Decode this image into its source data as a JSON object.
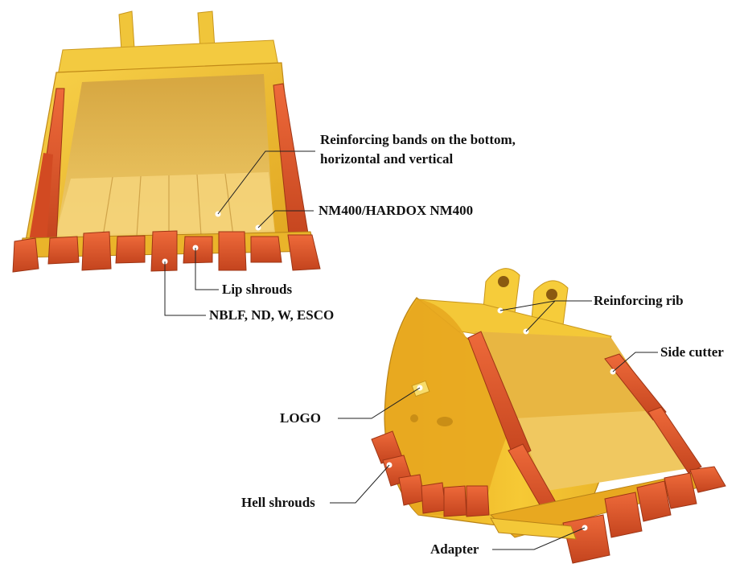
{
  "labels": {
    "reinforcing_bands_line1": "Reinforcing bands on the bottom,",
    "reinforcing_bands_line2": "horizontal and vertical",
    "wear_plate": "NM400/HARDOX NM400",
    "lip_shrouds": "Lip shrouds",
    "teeth_systems": "NBLF, ND, W, ESCO",
    "reinforcing_rib": "Reinforcing rib",
    "side_cutter": "Side cutter",
    "logo": "LOGO",
    "hell_shrouds": "Hell shrouds",
    "adapter": "Adapter"
  },
  "colors": {
    "bucket_yellow": "#f2c230",
    "bucket_shade": "#d89b1c",
    "bucket_interior": "#e9bf5c",
    "wear_parts_red": "#e0552a",
    "wear_parts_dark": "#b8401d",
    "leader_line": "#222222"
  }
}
